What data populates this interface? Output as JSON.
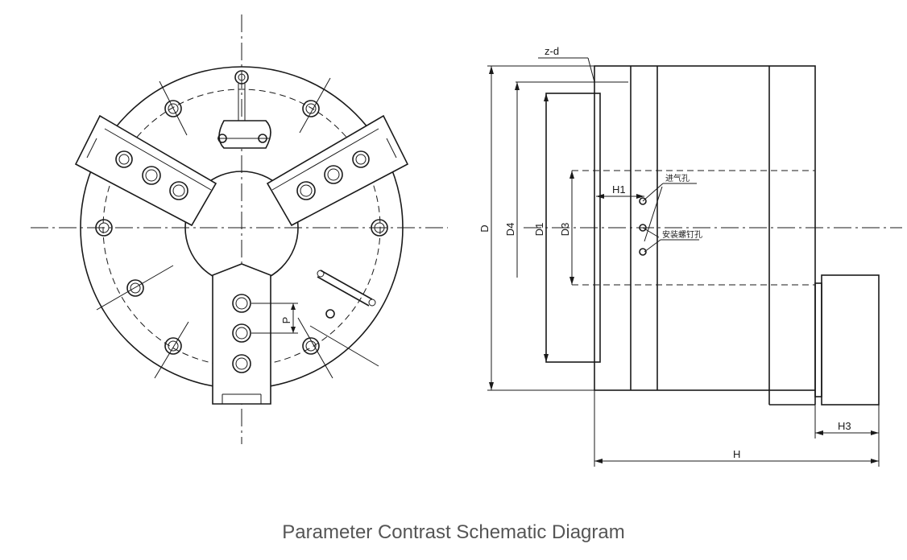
{
  "caption": "Parameter Contrast Schematic Diagram",
  "labels": {
    "z_d": "z-d",
    "D": "D",
    "D4": "D4",
    "D1": "D1",
    "D3": "D3",
    "H1": "H1",
    "H3": "H3",
    "H": "H",
    "P": "P",
    "air_inlet": "进气孔",
    "mount_screw": "安装螺钉孔"
  }
}
